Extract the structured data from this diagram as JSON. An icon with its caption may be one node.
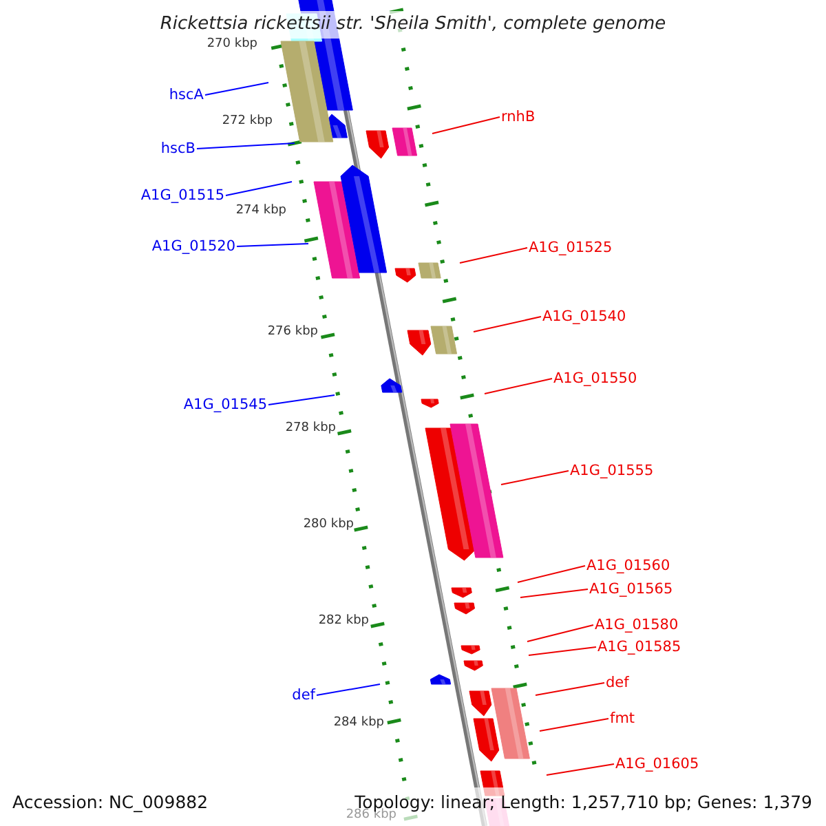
{
  "diagram": {
    "title": "Rickettsia rickettsii str. 'Sheila Smith', complete genome",
    "nodes": [
      {
        "text": [
          "hscA"
        ]
      },
      {
        "text": [
          "rnhB"
        ]
      },
      {
        "text": [
          "hscB"
        ]
      },
      {
        "text": [
          "A1G_01515"
        ]
      },
      {
        "text": [
          "A1G_01520"
        ]
      },
      {
        "text": [
          "A1G_01525"
        ]
      },
      {
        "text": [
          "A1G_01540"
        ]
      },
      {
        "text": [
          "A1G_01550"
        ]
      },
      {
        "text": [
          "A1G_01545"
        ]
      },
      {
        "text": [
          "A1G_01555"
        ]
      },
      {
        "text": [
          "A1G_01560"
        ]
      },
      {
        "text": [
          "A1G_01565"
        ]
      },
      {
        "text": [
          "A1G_01580"
        ]
      },
      {
        "text": [
          "A1G_01585"
        ]
      },
      {
        "text": [
          "def"
        ]
      },
      {
        "text": [
          "def"
        ]
      },
      {
        "text": [
          "fmt"
        ]
      },
      {
        "text": [
          "A1G_01605"
        ]
      }
    ],
    "edges": [
      {
        "from": 0,
        "to": null,
        "arrow": "none",
        "color": "#0000ff"
      },
      {
        "from": 1,
        "to": null,
        "arrow": "none"
      },
      {
        "from": 2,
        "to": null,
        "arrow": "none",
        "color": "#0000ff"
      },
      {
        "from": 3,
        "to": null,
        "arrow": "none",
        "color": "#0000ff"
      },
      {
        "from": 4,
        "to": null,
        "arrow": "none",
        "color": "#0000ff"
      },
      {
        "from": 5,
        "to": null,
        "arrow": "none"
      },
      {
        "from": 6,
        "to": null,
        "arrow": "none"
      },
      {
        "from": 7,
        "to": null,
        "arrow": "none"
      },
      {
        "from": 8,
        "to": null,
        "arrow": "none",
        "color": "#0000ff"
      },
      {
        "from": 9,
        "to": null,
        "arrow": "none"
      },
      {
        "from": 10,
        "to": null,
        "arrow": "none"
      },
      {
        "from": 11,
        "to": null,
        "arrow": "none"
      },
      {
        "from": 12,
        "to": null,
        "arrow": "none"
      },
      {
        "from": 13,
        "to": null,
        "arrow": "none"
      },
      {
        "from": 14,
        "to": null,
        "arrow": "none"
      },
      {
        "from": 15,
        "to": null,
        "arrow": "none",
        "color": "#0000ff"
      },
      {
        "from": 16,
        "to": null,
        "arrow": "none"
      },
      {
        "from": 17,
        "to": null,
        "arrow": "none"
      }
    ],
    "labels": [
      "270 kbp",
      "272 kbp",
      "274 kbp",
      "276 kbp",
      "278 kbp",
      "280 kbp",
      "282 kbp",
      "284 kbp",
      "286 kbp",
      "Accession: NC_009882",
      "Topology: linear; Length: 1,257,710 bp; Genes: 1,379"
    ]
  }
}
